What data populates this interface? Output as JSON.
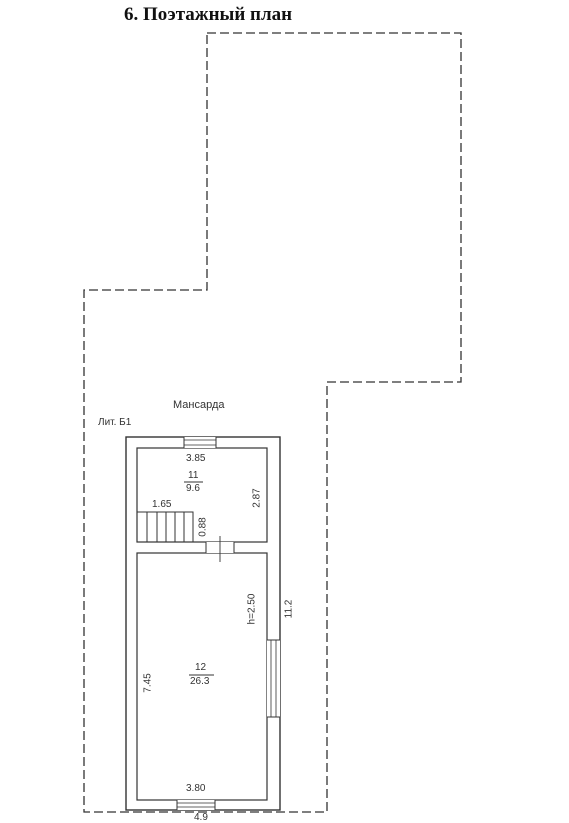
{
  "title": "6. Поэтажный план",
  "floor_label": "Мансарда",
  "building_label": "Лит. Б1",
  "rooms": [
    {
      "number": "11",
      "area": "9.6"
    },
    {
      "number": "12",
      "area": "26.3"
    }
  ],
  "dimensions": {
    "room11_width": "3.85",
    "room11_depth": "2.87",
    "stair_width": "1.65",
    "stair_depth": "0.88",
    "room12_width": "3.80",
    "room12_depth": "7.45",
    "ceiling_height": "h=2.50",
    "total_length": "11.2",
    "total_width_partial": "4.9"
  }
}
